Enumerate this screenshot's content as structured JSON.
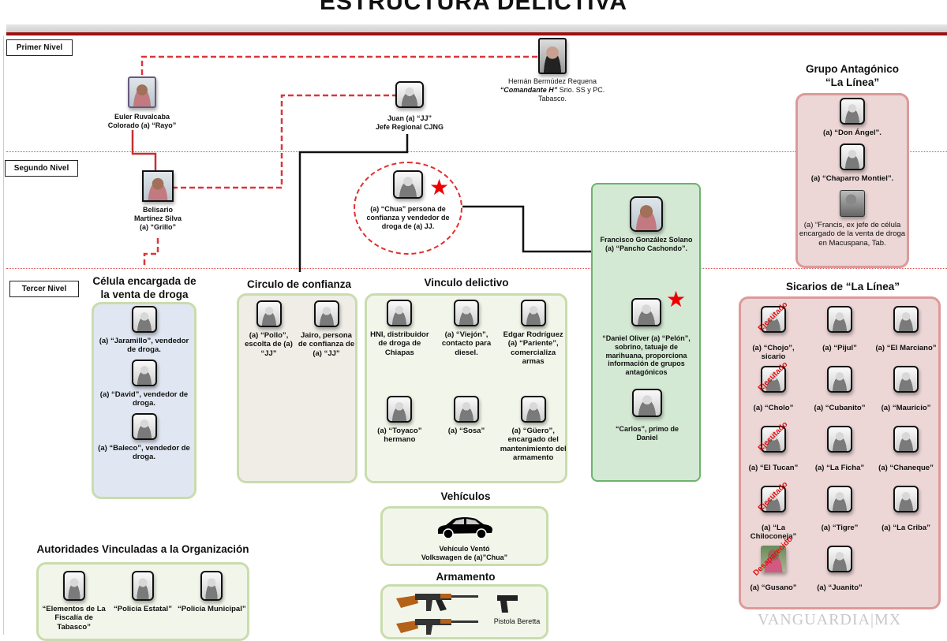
{
  "title": "ESTRUCTURA DELICTIVA",
  "levels": [
    "Primer Nivel",
    "Segundo Nivel",
    "Tercer Nivel"
  ],
  "colors": {
    "accent_red": "#9b1010",
    "dashed_link": "#d9363e",
    "antagonist_box": "#ecd6d6",
    "francisco_box": "#d4e9d4",
    "cell_box": "#e1e7f2",
    "circle_box": "#efede6",
    "vinculo_box": "#f2f6ea"
  },
  "people": {
    "hernan": {
      "name": "Hernán  Bermúdez Requena",
      "alias": "“Comandante H”",
      "role": " Srio. SS y PC. Tabasco."
    },
    "euler": {
      "line1": "Euler Ruvalcaba",
      "line2": "Colorado  (a) “Rayo”"
    },
    "juan": {
      "line1": "Juan (a) “JJ”",
      "line2": "Jefe Regional CJNG"
    },
    "belisario": {
      "line1": "Belisario",
      "line2": "Martínez Silva",
      "line3": "(a) “Grillo”"
    },
    "chua": {
      "label": "(a) “Chua” persona de confianza y vendedor de droga de (a) JJ."
    },
    "francisco": {
      "label": "Francisco González Solano (a) “Pancho Cachondo”."
    },
    "daniel": {
      "label": "“Daniel Oliver (a) “Pelón”, sobrino, tatuaje de marihuana, proporciona información de grupos antagónicos"
    },
    "carlos": {
      "label": "“Carlos”, primo de Daniel"
    }
  },
  "groups": {
    "antagonico": {
      "title_line1": "Grupo Antagónico",
      "title_line2": "“La Línea”",
      "members": [
        {
          "label": "(a) “Don Ángel”."
        },
        {
          "label": "(a) “Chaparro Montiel”."
        },
        {
          "label": "(a) “Francis, ex jefe de célula encargado de la venta de droga  en Macuspana, Tab.",
          "photo": "gray"
        }
      ]
    },
    "sicarios": {
      "title": "Sicarios de “La Línea”",
      "members": [
        {
          "label": "(a) “Chojo”, sicario",
          "status": "Ejecutado"
        },
        {
          "label": "(a) “Pijul”"
        },
        {
          "label": "(a) “El Marciano”"
        },
        {
          "label": "(a) “Cholo”",
          "status": "Ejecutado"
        },
        {
          "label": "(a) “Cubanito”"
        },
        {
          "label": "(a) “Mauricio”"
        },
        {
          "label": "(a) “El Tucan”",
          "status": "Ejecutado"
        },
        {
          "label": "(a) “La Ficha”"
        },
        {
          "label": "(a) “Chaneque”"
        },
        {
          "label": "(a) “La Chiloconeja”",
          "status": "Ejecutado"
        },
        {
          "label": "(a) “Tigre”"
        },
        {
          "label": "(a) “La Criba”"
        },
        {
          "label": "(a) “Gusano”",
          "status": "Desaparecido",
          "photo": "pink"
        },
        {
          "label": "(a) “Juanito”"
        }
      ]
    },
    "celula": {
      "title": "Célula encargada de la venta de droga",
      "members": [
        {
          "label": "(a) “Jaramillo”, vendedor de droga."
        },
        {
          "label": "(a) “David”, vendedor de droga."
        },
        {
          "label": "(a) “Baleco”, vendedor de droga."
        }
      ]
    },
    "circulo": {
      "title": "Circulo de confianza",
      "members": [
        {
          "label": "(a) “Pollo”, escolta de (a) “JJ”"
        },
        {
          "label": "Jairo, persona de confianza de (a) “JJ”"
        }
      ]
    },
    "vinculo": {
      "title": "Vinculo delictivo",
      "members": [
        {
          "label": "HNI, distribuidor de droga de Chiapas"
        },
        {
          "label": "(a) “Viejón”, contacto para diesel."
        },
        {
          "label": "Edgar Rodríguez (a) “Pariente”, comercializa armas"
        },
        {
          "label": "(a) “Toyaco” hermano"
        },
        {
          "label": "(a) “Sosa”"
        },
        {
          "label": "(a) “Güero”, encargado del mantenimiento del armamento"
        }
      ]
    },
    "autoridades": {
      "title": "Autoridades Vinculadas a la Organización",
      "members": [
        {
          "label": "“Elementos de La Fiscalía de Tabasco”"
        },
        {
          "label": "“Policía Estatal”"
        },
        {
          "label": "“Policía Municipal”"
        }
      ]
    }
  },
  "vehiculos": {
    "title": "Vehículos",
    "label_line1": "Vehículo Ventó",
    "label_line2": "Volkswagen de (a)”Chua”",
    "icon": "car-icon"
  },
  "armamento": {
    "title": "Armamento",
    "pistol_label": "Pistola Beretta",
    "icons": [
      "rifle-icon",
      "rifle-icon",
      "pistol-icon"
    ]
  },
  "watermark": "VANGUARDIA|MX"
}
